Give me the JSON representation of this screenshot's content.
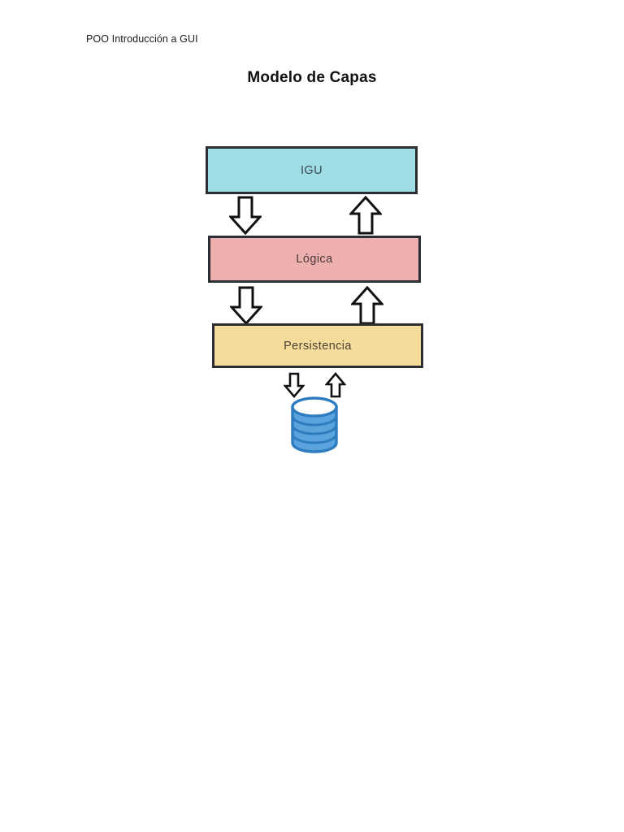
{
  "document": {
    "header": "POO Introducción a GUI",
    "title": "Modelo de Capas"
  },
  "diagram": {
    "type": "layered-architecture",
    "layers": [
      {
        "id": "igu",
        "label": "IGU",
        "fill": "#9fdce4",
        "border": "#2b2f33",
        "text_color": "#3a4a52"
      },
      {
        "id": "logica",
        "label": "Lógica",
        "fill": "#edb0ae",
        "border": "#2b2f33",
        "text_color": "#4a3a3a"
      },
      {
        "id": "persistencia",
        "label": "Persistencia",
        "fill": "#f6dc9b",
        "border": "#2b2f33",
        "text_color": "#4a4133"
      }
    ],
    "connectors": [
      {
        "id": "igu-to-logica",
        "direction": "down",
        "icon": "arrow-down-icon"
      },
      {
        "id": "logica-to-igu",
        "direction": "up",
        "icon": "arrow-up-icon"
      },
      {
        "id": "logica-to-persistencia",
        "direction": "down",
        "icon": "arrow-down-icon"
      },
      {
        "id": "persistencia-to-logica",
        "direction": "up",
        "icon": "arrow-up-icon"
      },
      {
        "id": "persistencia-to-db",
        "direction": "down",
        "icon": "arrow-down-icon"
      },
      {
        "id": "db-to-persistencia",
        "direction": "up",
        "icon": "arrow-up-icon"
      }
    ],
    "database": {
      "id": "database",
      "icon": "database-cylinder-icon",
      "label": "",
      "fill": "#5ba3dd",
      "stroke": "#2d7cbf",
      "top_fill": "#ffffff",
      "bands": 4
    },
    "arrow_stroke": "#111111",
    "arrow_fill": "#ffffff"
  }
}
